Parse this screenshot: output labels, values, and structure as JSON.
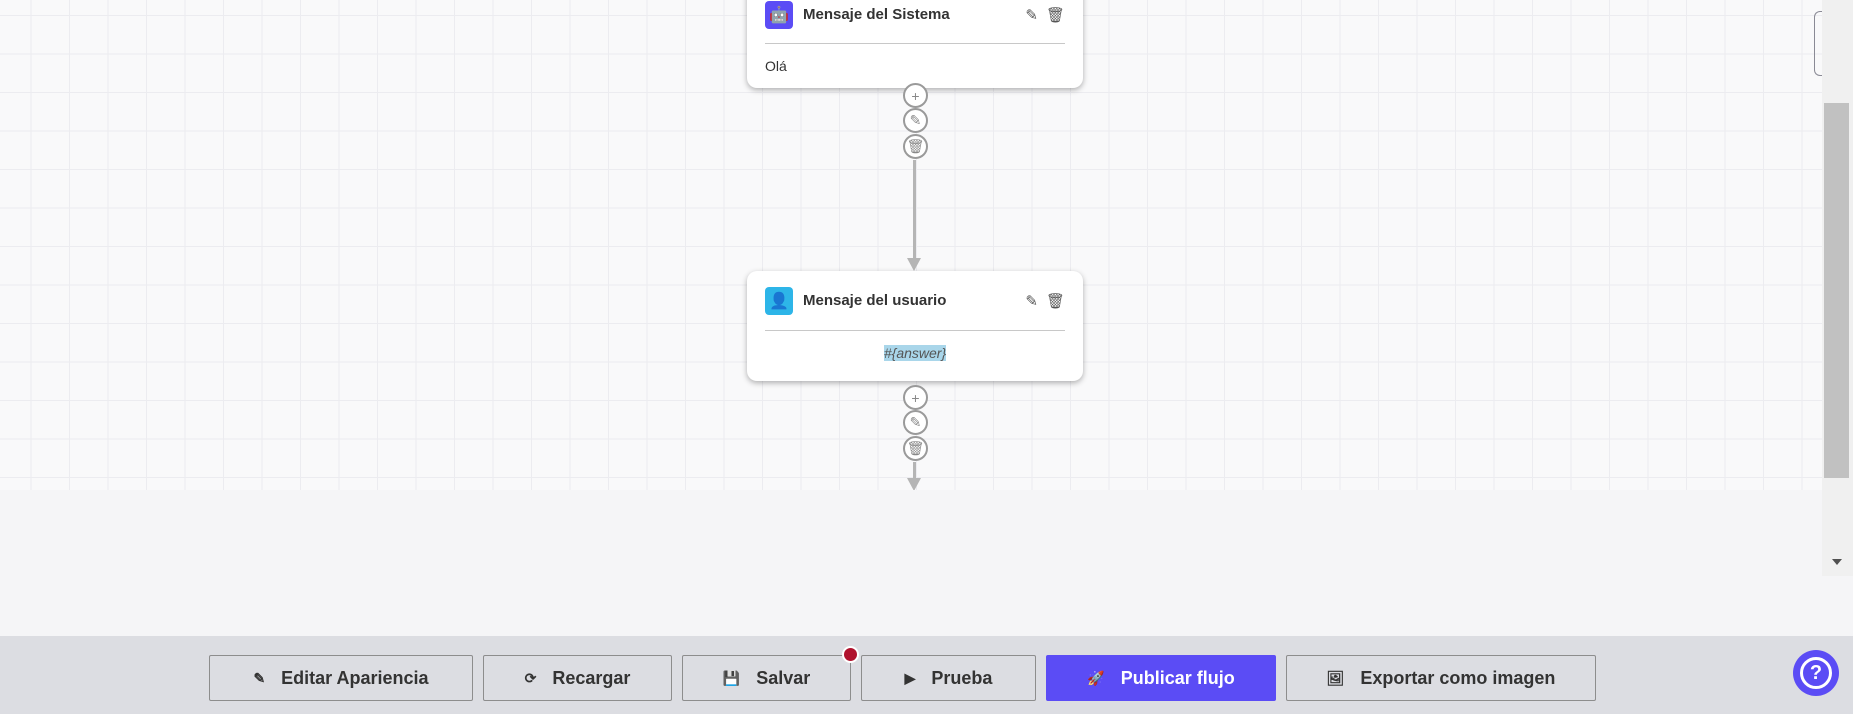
{
  "nodes": [
    {
      "title": "Mensaje del Sistema",
      "body": "Olá",
      "icon": "robot-icon",
      "color": "#5b4cf5"
    },
    {
      "title": "Mensaje del usuario",
      "body": "#{answer}",
      "icon": "user-icon",
      "color": "#2db5e8"
    }
  ],
  "toolbar": {
    "edit_appearance": "Editar Apariencia",
    "reload": "Recargar",
    "save": "Salvar",
    "test": "Prueba",
    "publish": "Publicar flujo",
    "export": "Exportar como imagen"
  },
  "help": "?",
  "colors": {
    "accent": "#5b4cf5",
    "unsaved_dot": "#b0122d"
  }
}
